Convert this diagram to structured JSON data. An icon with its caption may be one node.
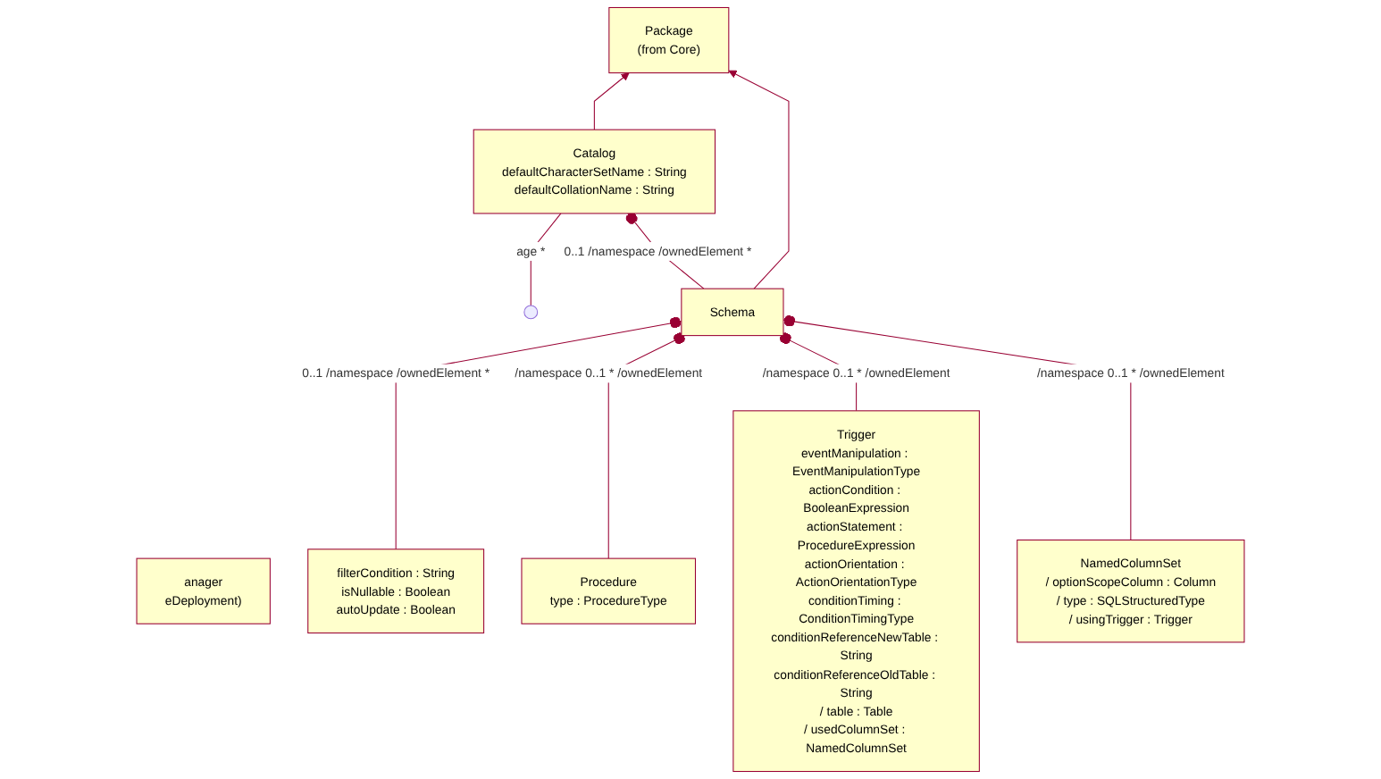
{
  "diagram": {
    "nodes": [
      {
        "text": [
          "Package",
          "(from Core)"
        ]
      },
      {
        "text": [
          "anager",
          "eDeployment)"
        ]
      },
      {
        "text": [
          "Catalog",
          "defaultCharacterSetName : String",
          "defaultCollationName : String"
        ]
      },
      {
        "text": [
          "Schema"
        ]
      },
      {
        "text": [
          "filterCondition : String",
          "isNullable : Boolean",
          "autoUpdate : Boolean"
        ]
      },
      {
        "text": [
          "Procedure",
          "type : ProcedureType"
        ]
      },
      {
        "text": [
          "Trigger",
          "eventManipulation : EventManipulationType",
          "actionCondition : BooleanExpression",
          "actionStatement : ProcedureExpression",
          "actionOrientation : ActionOrientationType",
          "conditionTiming : ConditionTimingType",
          "conditionReferenceNewTable : String",
          "conditionReferenceOldTable : String",
          "/ table : Table",
          "/ usedColumnSet : NamedColumnSet"
        ]
      },
      {
        "text": [
          "NamedColumnSet",
          "/ optionScopeColumn : Column",
          "/ type : SQLStructuredType",
          "/ usingTrigger : Trigger"
        ]
      }
    ],
    "edges": [
      {
        "from": 2,
        "to": 0,
        "arrow": "to"
      },
      {
        "from": 3,
        "to": 0,
        "arrow": "to"
      },
      {
        "from": null,
        "to": 2,
        "arrow": "none",
        "label": "age *"
      },
      {
        "from": 2,
        "to": 3,
        "arrow": "other",
        "label": "0..1 /namespace /ownedElement *"
      },
      {
        "from": 3,
        "to": 4,
        "arrow": "other",
        "label": "0..1 /namespace /ownedElement *"
      },
      {
        "from": 3,
        "to": 5,
        "arrow": "other",
        "label": "/namespace 0..1 * /ownedElement"
      },
      {
        "from": 3,
        "to": 6,
        "arrow": "other",
        "label": "/namespace 0..1 * /ownedElement"
      },
      {
        "from": 3,
        "to": 7,
        "arrow": "other",
        "label": "/namespace 0..1 * /ownedElement"
      }
    ]
  }
}
